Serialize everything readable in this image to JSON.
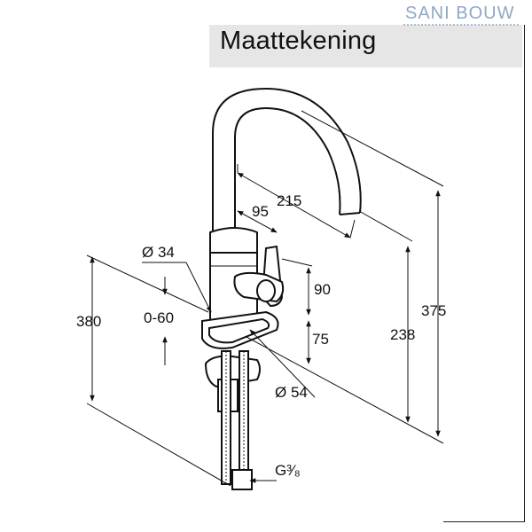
{
  "logo": {
    "text": "SANI BOUW"
  },
  "title": "Maattekening",
  "dimensions": {
    "spout_reach": "215",
    "handle_offset": "95",
    "hole_diameter": "Ø 34",
    "base_diameter": "Ø 54",
    "handle_height": "90",
    "handle_base": "75",
    "outlet_height": "238",
    "total_height": "375",
    "max_counter": "380",
    "counter_range": "0-60",
    "thread": "G³⁄₈"
  }
}
